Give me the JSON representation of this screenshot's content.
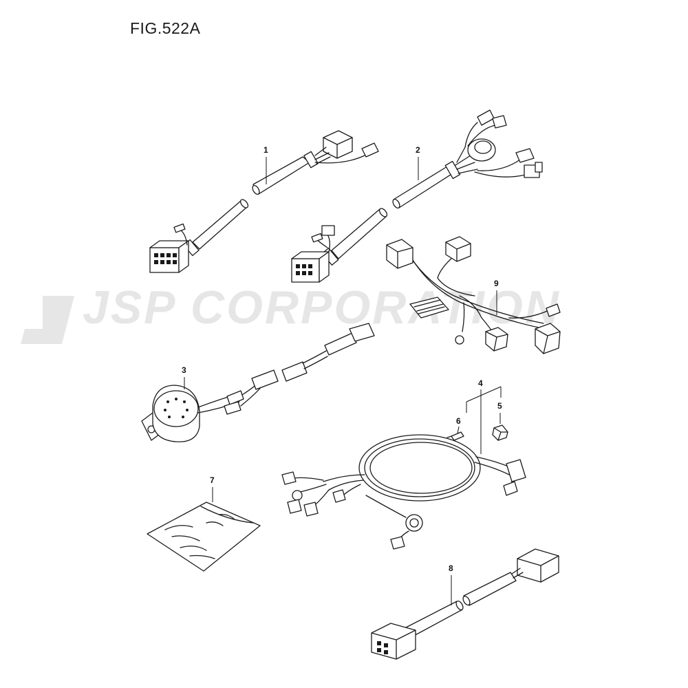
{
  "figure": {
    "title": "FIG.522A"
  },
  "watermark": {
    "text": "JSP CORPORATION",
    "color": "#e6e6e6"
  },
  "callouts": [
    "1",
    "2",
    "3",
    "4",
    "5",
    "6",
    "7",
    "8",
    "9"
  ]
}
